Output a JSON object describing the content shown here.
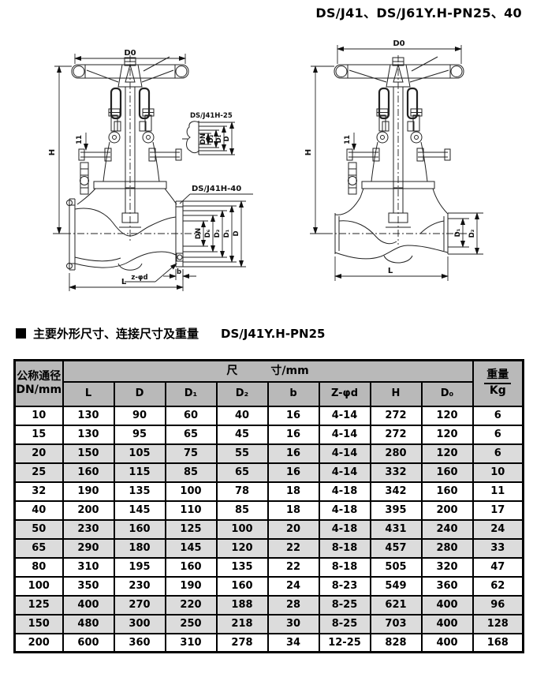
{
  "title": "DS/J41、DS/J61Y.H-PN25、40",
  "section": {
    "heading": "主要外形尺寸、连接尺寸及重量",
    "model": "DS/J41Y.H-PN25"
  },
  "drawing_left": {
    "d0": "D0",
    "h": "H",
    "n11": "11",
    "inset_title": "DS/J41H-25",
    "inset_dims": [
      "DN",
      "D₂",
      "D₁",
      "D"
    ],
    "detail_title": "DS/J41H-40",
    "flange_dims": [
      "DN",
      "D₆",
      "D₂",
      "D₁",
      "D"
    ],
    "zd": "z-φd",
    "b": "b",
    "l": "L"
  },
  "drawing_right": {
    "d0": "D0",
    "h": "H",
    "n11": "11",
    "d1": "D₁",
    "d2": "D₂",
    "l": "L"
  },
  "table": {
    "col1": [
      "公称通径",
      "DN/mm"
    ],
    "dim_group": "尺　　　寸/mm",
    "cols": [
      "L",
      "D",
      "D₁",
      "D₂",
      "b",
      "Z-φd",
      "H",
      "D₀"
    ],
    "weight": [
      "重量",
      "Kg"
    ],
    "rows": [
      [
        "10",
        "130",
        "90",
        "60",
        "40",
        "16",
        "4-14",
        "272",
        "120",
        "6"
      ],
      [
        "15",
        "130",
        "95",
        "65",
        "45",
        "16",
        "4-14",
        "272",
        "120",
        "6"
      ],
      [
        "20",
        "150",
        "105",
        "75",
        "55",
        "16",
        "4-14",
        "280",
        "120",
        "6"
      ],
      [
        "25",
        "160",
        "115",
        "85",
        "65",
        "16",
        "4-14",
        "332",
        "160",
        "10"
      ],
      [
        "32",
        "190",
        "135",
        "100",
        "78",
        "18",
        "4-18",
        "342",
        "160",
        "11"
      ],
      [
        "40",
        "200",
        "145",
        "110",
        "85",
        "18",
        "4-18",
        "395",
        "200",
        "17"
      ],
      [
        "50",
        "230",
        "160",
        "125",
        "100",
        "20",
        "4-18",
        "431",
        "240",
        "24"
      ],
      [
        "65",
        "290",
        "180",
        "145",
        "120",
        "22",
        "8-18",
        "457",
        "280",
        "33"
      ],
      [
        "80",
        "310",
        "195",
        "160",
        "135",
        "22",
        "8-18",
        "505",
        "320",
        "47"
      ],
      [
        "100",
        "350",
        "230",
        "190",
        "160",
        "24",
        "8-23",
        "549",
        "360",
        "62"
      ],
      [
        "125",
        "400",
        "270",
        "220",
        "188",
        "28",
        "8-25",
        "621",
        "400",
        "96"
      ],
      [
        "150",
        "480",
        "300",
        "250",
        "218",
        "30",
        "8-25",
        "703",
        "400",
        "128"
      ],
      [
        "200",
        "600",
        "360",
        "310",
        "278",
        "34",
        "12-25",
        "828",
        "400",
        "168"
      ]
    ],
    "shaded_rows": [
      2,
      3,
      6,
      7,
      10,
      11
    ]
  },
  "colors": {
    "header_bg": "#b9b9b9",
    "row_shaded_bg": "#dcdcdc",
    "line": "#222222"
  }
}
